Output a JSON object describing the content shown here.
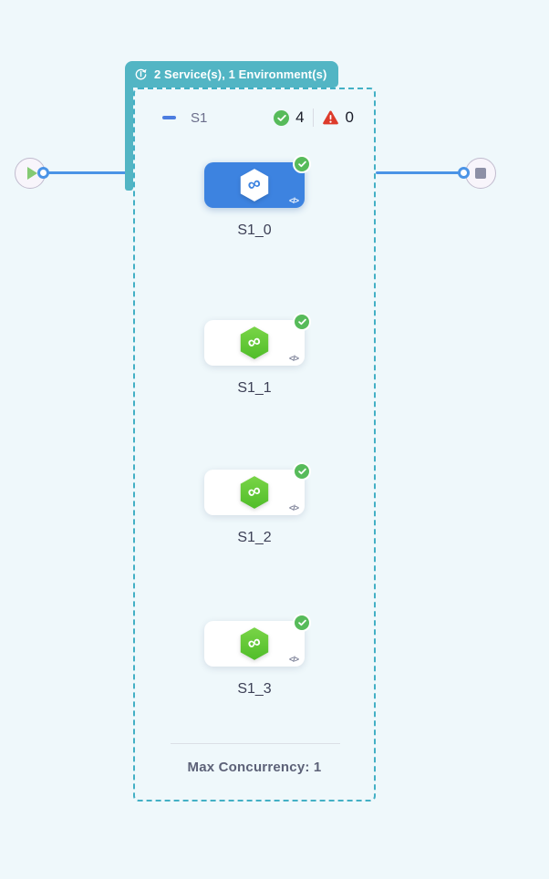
{
  "header_badge": {
    "label": "2 Service(s), 1 Environment(s)",
    "icon": "sync-loop-icon"
  },
  "stage": {
    "name": "S1",
    "status_summary": {
      "success_icon": "success-check-icon",
      "success_count": "4",
      "error_icon": "warning-triangle-icon",
      "error_count": "0"
    },
    "nodes": [
      {
        "label": "S1_0",
        "status": "success",
        "selected": true
      },
      {
        "label": "S1_1",
        "status": "success",
        "selected": false
      },
      {
        "label": "S1_2",
        "status": "success",
        "selected": false
      },
      {
        "label": "S1_3",
        "status": "success",
        "selected": false
      }
    ],
    "footer": {
      "max_concurrency_label": "Max Concurrency: 1"
    }
  },
  "node_card": {
    "service_icon": "infinity-hexagon-icon",
    "infinity_glyph": "∞",
    "code_glyph": "</>"
  },
  "terminals": {
    "start_icon": "play-icon",
    "end_icon": "stop-icon"
  },
  "colors": {
    "canvas_bg": "#eff8fb",
    "teal": "#52b5c4",
    "edge_blue": "#4b94e6",
    "selected_card_blue": "#3d83e0",
    "service_green": "#5ec733",
    "success_green": "#57bb5a",
    "error_red": "#dd3b2b"
  }
}
